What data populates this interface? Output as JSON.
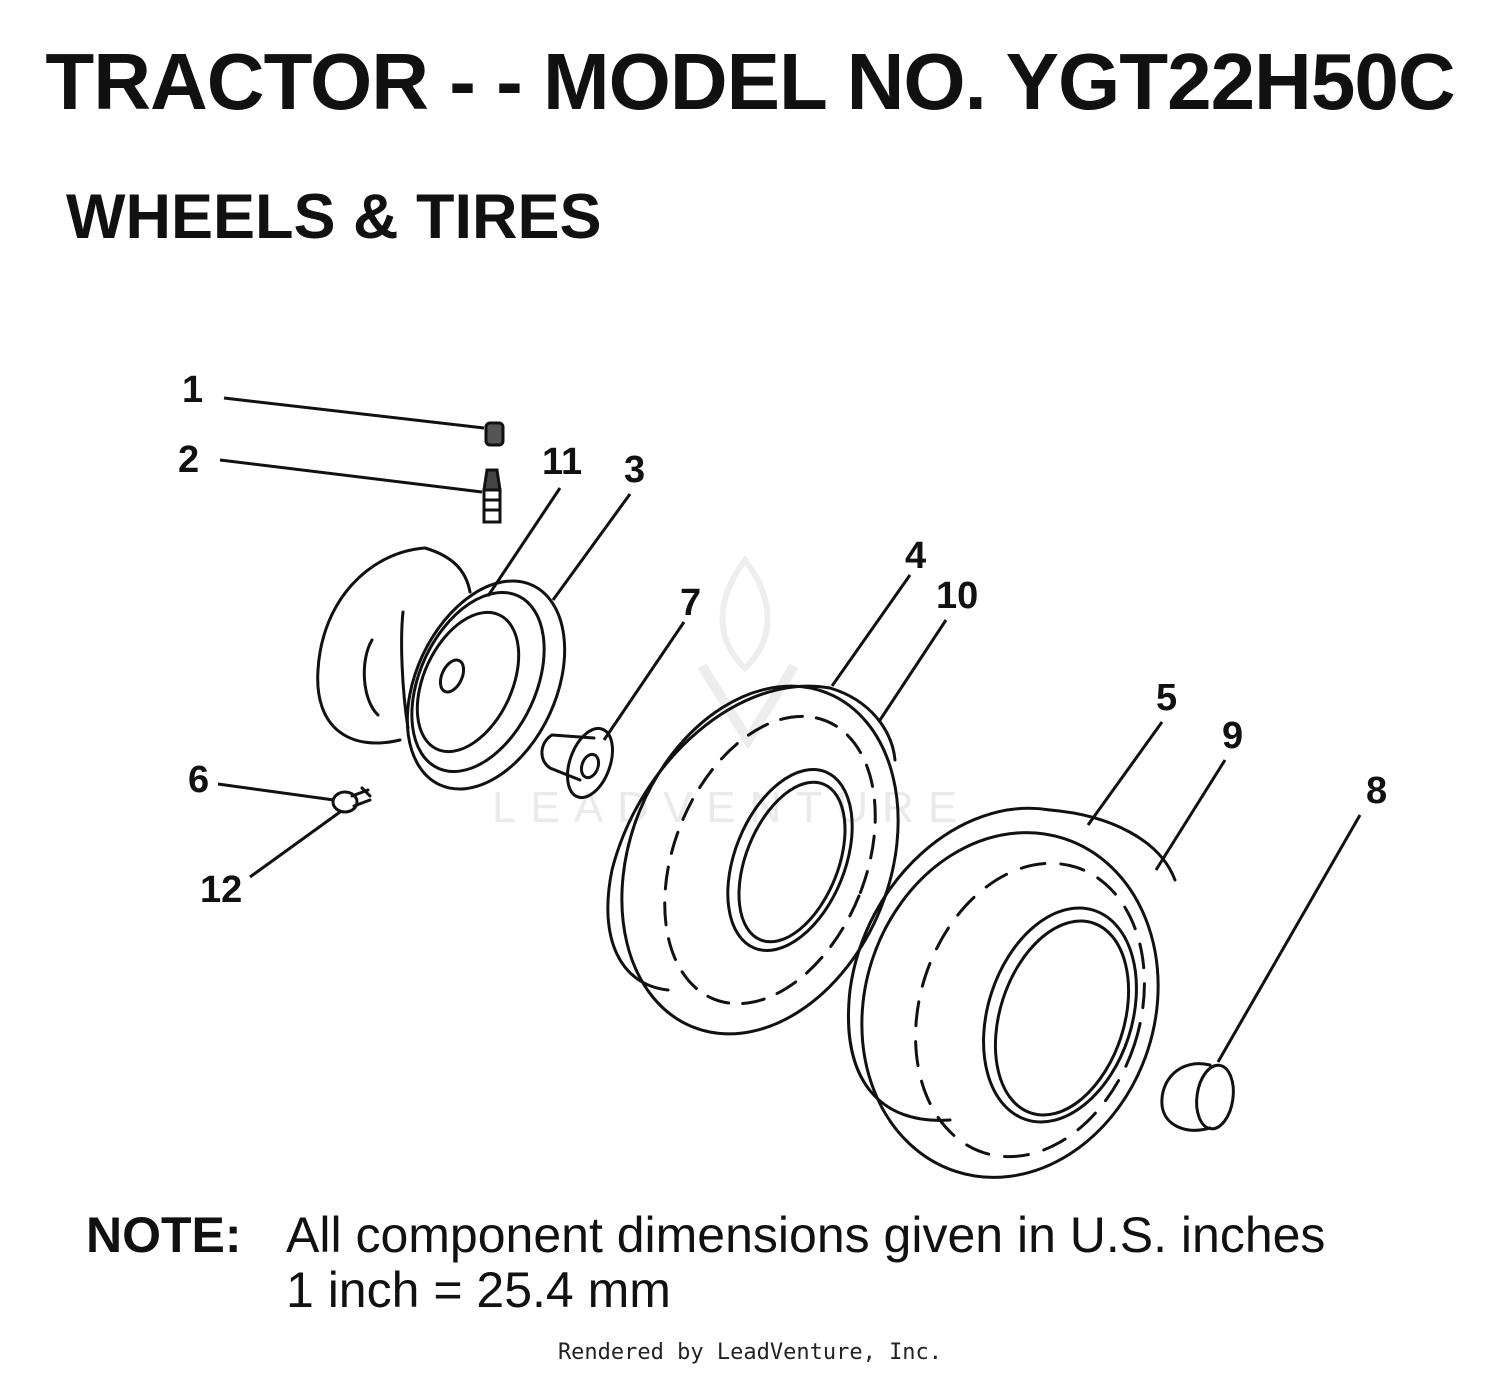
{
  "title": "TRACTOR - - MODEL NO. YGT22H50C",
  "subtitle": "WHEELS & TIRES",
  "callouts": [
    "1",
    "2",
    "3",
    "4",
    "5",
    "6",
    "7",
    "8",
    "9",
    "10",
    "11",
    "12"
  ],
  "note": {
    "label": "NOTE:",
    "line1": "All component dimensions given in U.S. inches",
    "line2": "1 inch = 25.4 mm"
  },
  "watermark": "LEADVENTURE",
  "footer": "Rendered by LeadVenture, Inc."
}
